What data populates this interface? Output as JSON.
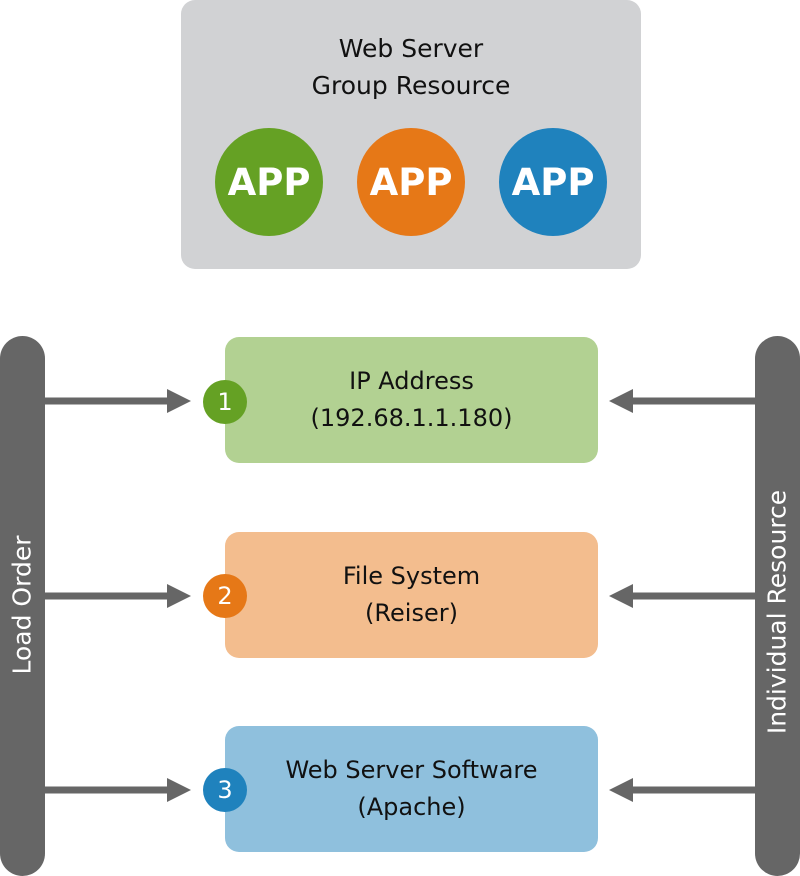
{
  "group": {
    "title_line1": "Web Server",
    "title_line2": "Group Resource",
    "background": "#d1d2d4",
    "apps": [
      {
        "label": "APP",
        "color": "#65a124"
      },
      {
        "label": "APP",
        "color": "#e67817"
      },
      {
        "label": "APP",
        "color": "#1f82bd"
      }
    ]
  },
  "sidebars": {
    "left_label": "Load Order",
    "right_label": "Individual Resource",
    "color": "#666666"
  },
  "resources": [
    {
      "order": "1",
      "line1": "IP Address",
      "line2": "(192.68.1.1.180)",
      "fill": "#b2d192",
      "badge_color": "#65a124"
    },
    {
      "order": "2",
      "line1": "File System",
      "line2": "(Reiser)",
      "fill": "#f3bd8e",
      "badge_color": "#e67817"
    },
    {
      "order": "3",
      "line1": "Web Server Software",
      "line2": "(Apache)",
      "fill": "#8fc0dd",
      "badge_color": "#1f82bd"
    }
  ],
  "arrow_color": "#666666"
}
